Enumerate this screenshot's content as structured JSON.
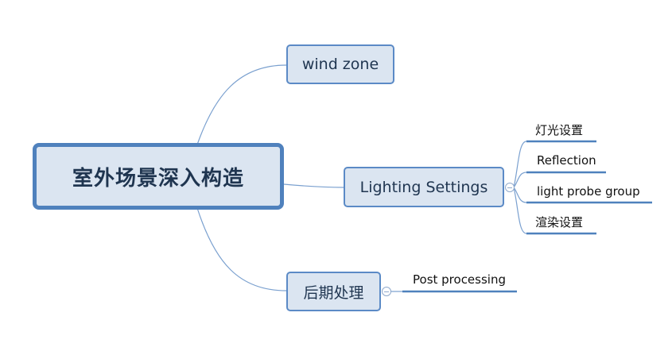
{
  "mindmap": {
    "root": {
      "label": "室外场景深入构造"
    },
    "branches": [
      {
        "label": "wind zone",
        "children": []
      },
      {
        "label": "Lighting Settings",
        "children": [
          "灯光设置",
          "Reflection",
          "light probe group",
          "渲染设置"
        ]
      },
      {
        "label": "后期处理",
        "children": [
          "Post processing"
        ]
      }
    ]
  },
  "colors": {
    "connector": "#7aa0cf",
    "underline": "#4f81bd",
    "node_fill": "#dbe5f1",
    "node_border": "#5b8ac6"
  }
}
